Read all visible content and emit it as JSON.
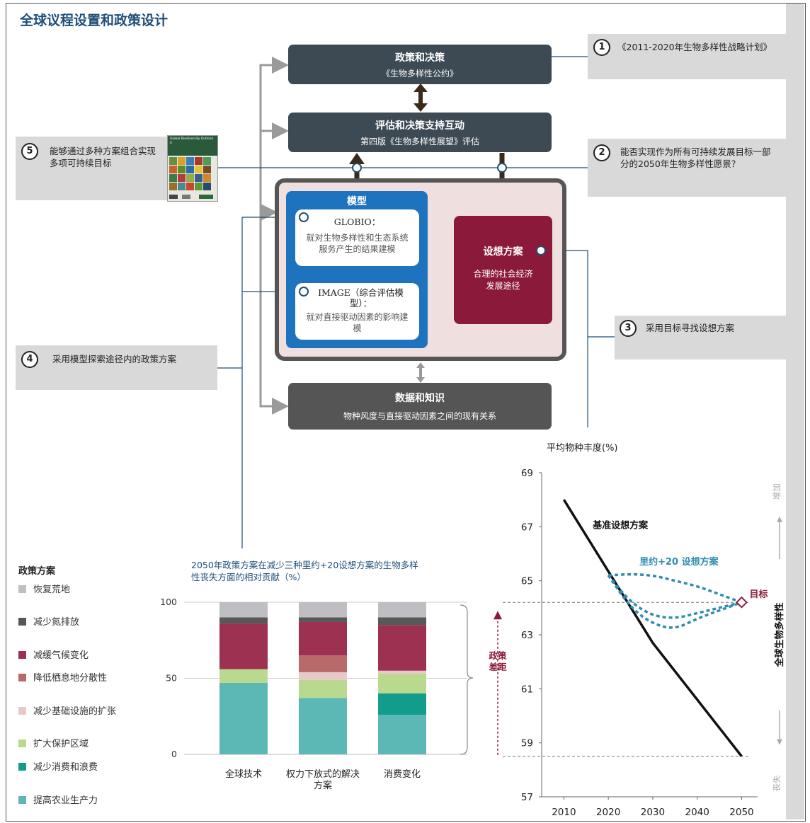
{
  "title": "全球议程设置和政策设计",
  "diagram": {
    "policy": {
      "title": "政策和决策",
      "subtitle": "《生物多样性公约》"
    },
    "assessment": {
      "title": "评估和决策支持互动",
      "subtitle": "第四版《生物多样性展望》评估"
    },
    "models": {
      "title": "模型",
      "globio": {
        "title": "GLOBIO：",
        "text": "就对生物多样性和生态系统服务产生的结果建模"
      },
      "image": {
        "title": "IMAGE（综合评估模型）：",
        "text": "就对直接驱动因素的影响建模"
      }
    },
    "scenarios": {
      "title": "设想方案",
      "text": "合理的社会经济发展途径"
    },
    "data": {
      "title": "数据和知识",
      "subtitle": "物种风度与直接驱动因素之间的现有关系"
    }
  },
  "callouts": [
    {
      "num": "1",
      "text": "《2011-2020年生物多样性战略计划》"
    },
    {
      "num": "2",
      "text": "能否实现作为所有可持续发展目标一部分的2050年生物多样性愿景？"
    },
    {
      "num": "3",
      "text": "采用目标寻找设想方案"
    },
    {
      "num": "4",
      "text": "采用模型探索途径内的政策方案"
    },
    {
      "num": "5",
      "text": "能够通过多种方案组合实现多项可持续目标"
    }
  ],
  "book": {
    "title": "Global Biodiversity Outlook 4"
  },
  "colors": {
    "dark_box": "#3d4a53",
    "gray_box": "#555555",
    "model_blue": "#1e73be",
    "scenario_red": "#8b1a3a",
    "panel_gray": "#d9d9d9",
    "title_blue": "#1f4e79"
  },
  "legend": {
    "title": "政策方案",
    "items": [
      {
        "label": "恢复荒地",
        "color": "#bfbfc3"
      },
      {
        "label": "减少氮排放",
        "color": "#585858"
      },
      {
        "label": "减缓气候变化",
        "color": "#9c3152"
      },
      {
        "label": "降低栖息地分散性",
        "color": "#b86a6a"
      },
      {
        "label": "减少基础设施的扩张",
        "color": "#e8c9c9"
      },
      {
        "label": "扩大保护区域",
        "color": "#b9d98f"
      },
      {
        "label": "减少消费和浪费",
        "color": "#119c8b"
      },
      {
        "label": "提高农业生产力",
        "color": "#5cb8b4"
      }
    ]
  },
  "chart_data": [
    {
      "type": "bar",
      "stacked": true,
      "title": "2050年政策方案在减少三种里约+20设想方案的生物多样性丧失方面的相对贡献（%）",
      "categories": [
        "全球技术",
        "权力下放式的解决方案",
        "消费变化"
      ],
      "ylim": [
        0,
        100
      ],
      "yticks": [
        0,
        50,
        100
      ],
      "grid": true,
      "series": [
        {
          "name": "提高农业生产力",
          "values": [
            47,
            37,
            26
          ]
        },
        {
          "name": "减少消费和浪费",
          "values": [
            0,
            0,
            14
          ]
        },
        {
          "name": "扩大保护区域",
          "values": [
            9,
            12,
            13
          ]
        },
        {
          "name": "减少基础设施的扩张",
          "values": [
            0,
            5,
            2
          ]
        },
        {
          "name": "降低栖息地分散性",
          "values": [
            0,
            11,
            0
          ]
        },
        {
          "name": "减缓气候变化",
          "values": [
            30,
            22,
            30
          ]
        },
        {
          "name": "减少氮排放",
          "values": [
            4,
            3,
            5
          ]
        },
        {
          "name": "恢复荒地",
          "values": [
            10,
            10,
            10
          ]
        }
      ]
    },
    {
      "type": "line",
      "ylabel": "平均物种丰度(%)",
      "right_label": "全球生物多样性",
      "increase_label": "增加",
      "loss_label": "丧失",
      "gap_label": "政策差距",
      "xlim": [
        2005,
        2052
      ],
      "ylim": [
        57,
        69
      ],
      "xticks": [
        2010,
        2020,
        2030,
        2040,
        2050
      ],
      "yticks": [
        57,
        59,
        61,
        63,
        65,
        67,
        69
      ],
      "baseline": {
        "name": "基准设想方案",
        "x": [
          2010,
          2030,
          2050
        ],
        "y": [
          68,
          62.7,
          58.5
        ]
      },
      "rio": {
        "name": "里约+20 设想方案",
        "paths": [
          {
            "x": [
              2020,
              2025,
              2030,
              2035,
              2040,
              2045,
              2050
            ],
            "y": [
              65.2,
              65.25,
              65.2,
              65.0,
              64.8,
              64.5,
              64.2
            ]
          },
          {
            "x": [
              2020,
              2025,
              2030,
              2035,
              2040,
              2045,
              2050
            ],
            "y": [
              65.2,
              64.2,
              63.7,
              63.6,
              63.8,
              64.0,
              64.2
            ]
          },
          {
            "x": [
              2020,
              2025,
              2030,
              2035,
              2040,
              2045,
              2050
            ],
            "y": [
              65.2,
              64.0,
              63.4,
              63.2,
              63.6,
              63.9,
              64.2
            ]
          }
        ]
      },
      "target": {
        "name": "目标",
        "x": 2050,
        "y": 64.2
      },
      "target_line": 64.2,
      "baseline_end_line": 58.5
    }
  ]
}
